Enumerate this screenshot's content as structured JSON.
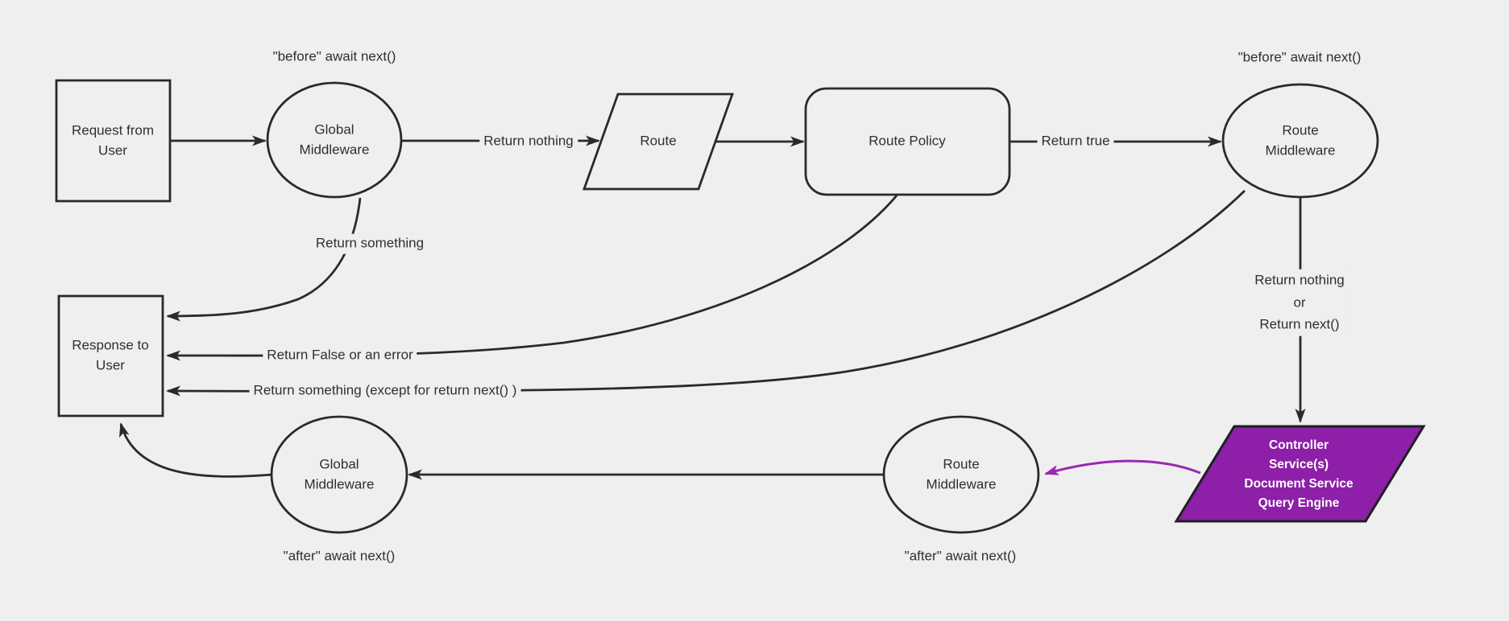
{
  "colors": {
    "bg": "#efefef",
    "stroke": "#2a2a2a",
    "text": "#2f2f2f",
    "purple_fill": "#8d1fa8",
    "purple_stroke": "#1f1f1f",
    "purple_arrow": "#9a27b0",
    "node_text_light": "#ffffff"
  },
  "nodes": {
    "request": {
      "label": "Request from\nUser",
      "shape": "rectangle"
    },
    "global_middleware_top": {
      "label": "Global\nMiddleware",
      "shape": "ellipse"
    },
    "route": {
      "label": "Route",
      "shape": "parallelogram"
    },
    "route_policy": {
      "label": "Route Policy",
      "shape": "rounded-rectangle"
    },
    "route_middleware_top": {
      "label": "Route\nMiddleware",
      "shape": "ellipse"
    },
    "controller": {
      "label": "Controller\nService(s)\nDocument Service\nQuery Engine",
      "shape": "parallelogram"
    },
    "route_middleware_bottom": {
      "label": "Route\nMiddleware",
      "shape": "ellipse"
    },
    "global_middleware_bottom": {
      "label": "Global\nMiddleware",
      "shape": "ellipse"
    },
    "response": {
      "label": "Response to\nUser",
      "shape": "rectangle"
    }
  },
  "edge_labels": {
    "before_await_top_left": "\"before\" await next()",
    "return_nothing": "Return nothing",
    "return_true": "Return true",
    "before_await_top_right": "\"before\" await next()",
    "return_something": "Return something",
    "return_false_or_error": "Return False or an error",
    "return_something_except": "Return something (except for return next() )",
    "return_nothing_or_next": "Return nothing\nor\nReturn next()",
    "after_await_bottom_left": "\"after\" await next()",
    "after_await_bottom_middle": "\"after\" await next()"
  }
}
